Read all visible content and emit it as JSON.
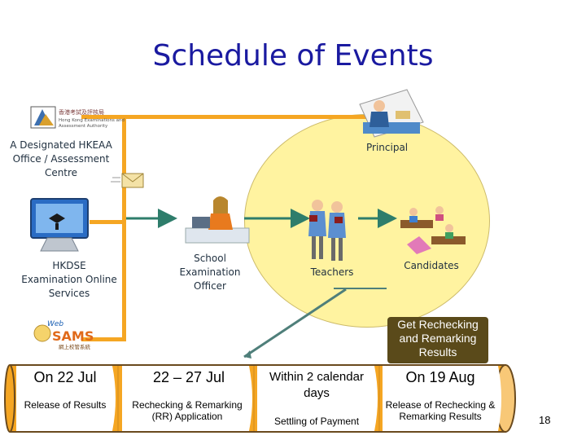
{
  "title": "Schedule of Events",
  "nodes": {
    "hkeaa_logo_text": "香港考試及評核局 Hong Kong Examinations and Assessment Authority",
    "hkeaa": "A Designated HKEAA Office / Assessment Centre",
    "principal": "Principal",
    "online": "HKDSE Examination Online Services",
    "seo": "School Examination Officer",
    "teachers": "Teachers",
    "candidates": "Candidates",
    "websams_logo_text": "WebSAMS 網上校管系統"
  },
  "callout": "Get Rechecking and Remarking Results",
  "timeline": [
    {
      "date": "On 22 Jul",
      "desc": "Release of Results"
    },
    {
      "date": "22 – 27 Jul",
      "desc": "Rechecking & Remarking (RR) Application"
    },
    {
      "date": "Within 2 calendar days",
      "desc": "Settling of Payment"
    },
    {
      "date": "On 19 Aug",
      "desc": "Release of Rechecking & Remarking Results"
    }
  ],
  "page_number": "18",
  "colors": {
    "title": "#1a1aa0",
    "connector": "#f5a623",
    "arrow": "#3e8e7e",
    "circle": "#fff3a0",
    "callout_bg": "#5a4a1a"
  }
}
